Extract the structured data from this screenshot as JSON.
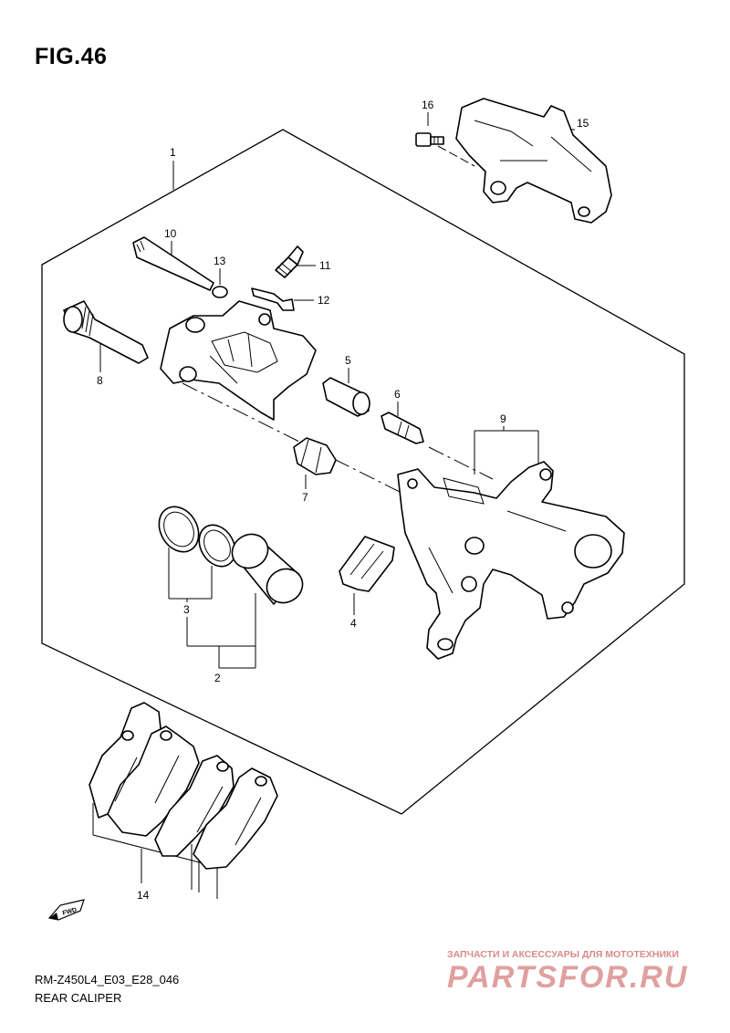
{
  "figure": {
    "title": "FIG.46",
    "code": "RM-Z450L4_E03_E28_046",
    "name": "REAR CALIPER"
  },
  "callouts": [
    "1",
    "2",
    "3",
    "4",
    "5",
    "6",
    "7",
    "8",
    "9",
    "10",
    "11",
    "12",
    "13",
    "14",
    "15",
    "16"
  ],
  "direction_badge": "FWD",
  "watermark": {
    "tagline": "ЗАПЧАСТИ И АКСЕССУАРЫ ДЛЯ МОТОТЕХНИКИ",
    "logo": "PARTSFOR.RU"
  }
}
